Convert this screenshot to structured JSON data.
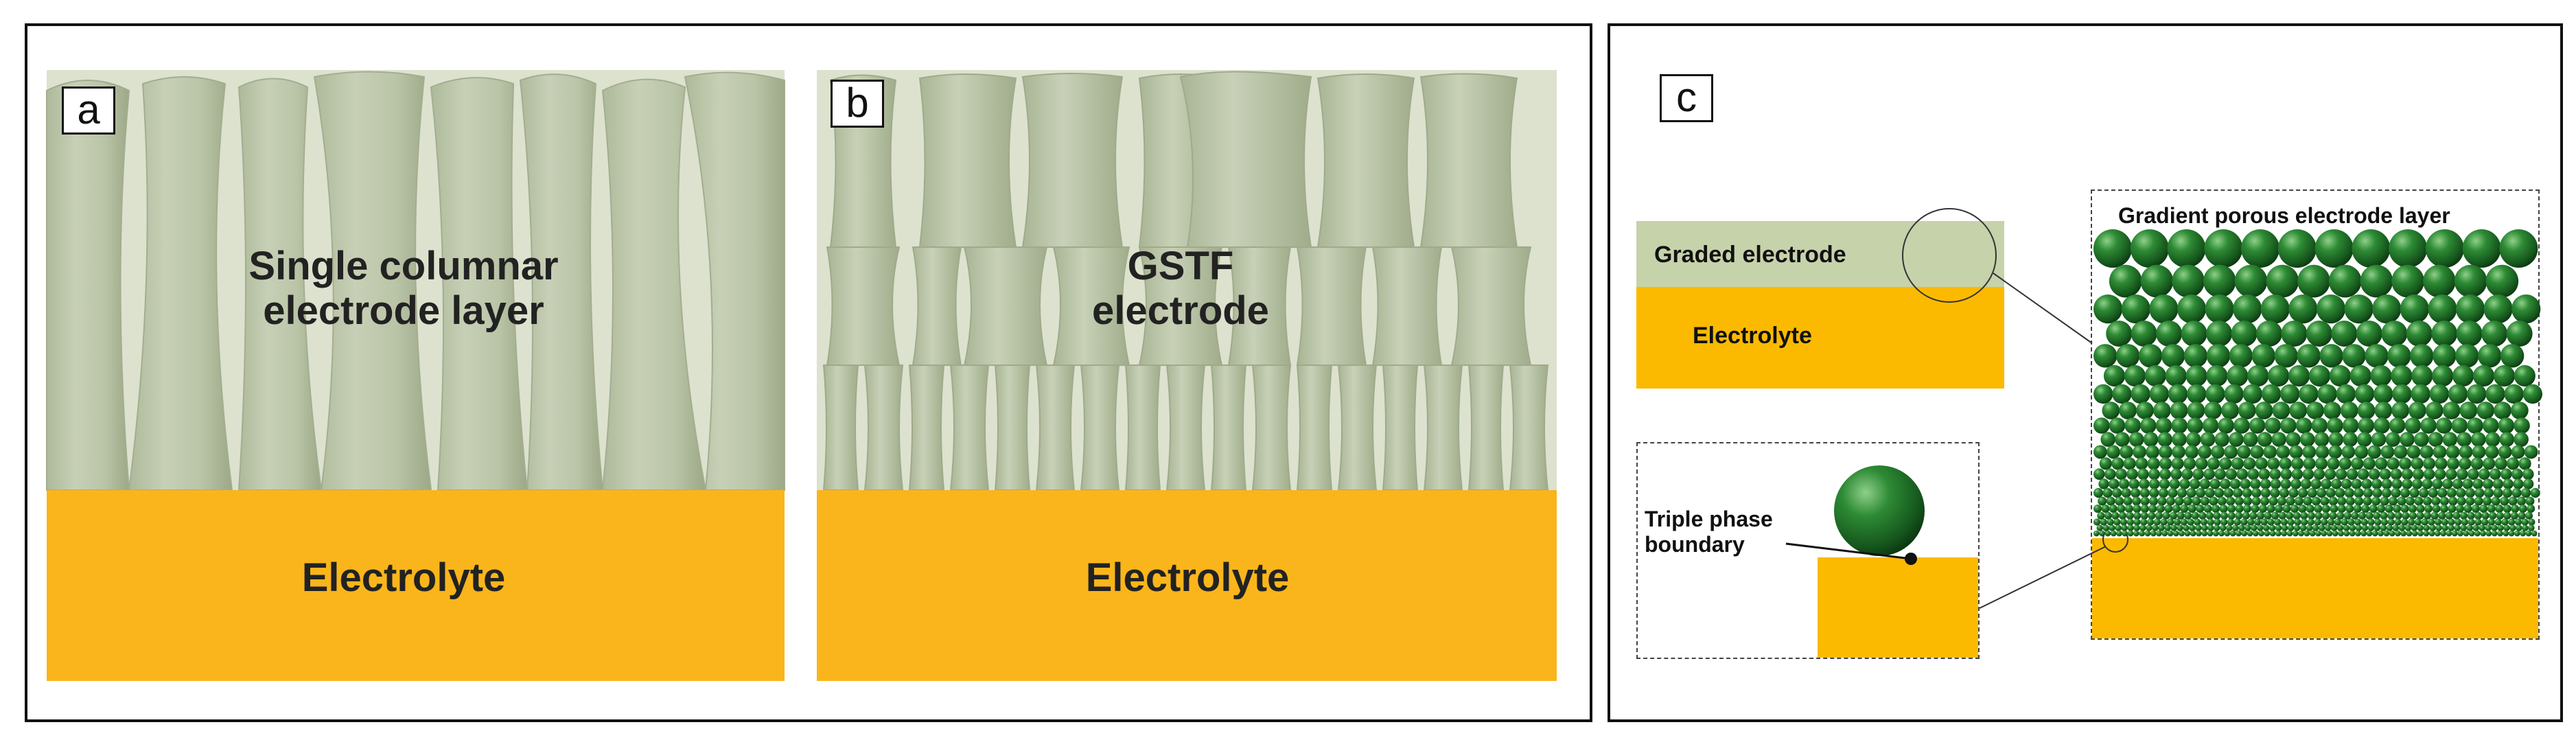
{
  "panel_a": {
    "letter": "a",
    "electrode_label_line1": "Single columnar",
    "electrode_label_line2": "electrode layer",
    "electrolyte_label": "Electrolyte"
  },
  "panel_b": {
    "letter": "b",
    "electrode_label_line1": "GSTF",
    "electrode_label_line2": "electrode",
    "electrolyte_label": "Electrolyte"
  },
  "panel_c": {
    "letter": "c",
    "graded_electrode_label": "Graded electrode",
    "electrolyte_label": "Electrolyte",
    "tpb_label_line1": "Triple phase",
    "tpb_label_line2": "boundary",
    "gradient_title": "Gradient porous electrode layer"
  },
  "colors": {
    "electrolyte": "#F9B51B",
    "electrode_bg": "#D8DEC9",
    "column": "#B9C3A8",
    "sphere": "#2E7A32"
  }
}
